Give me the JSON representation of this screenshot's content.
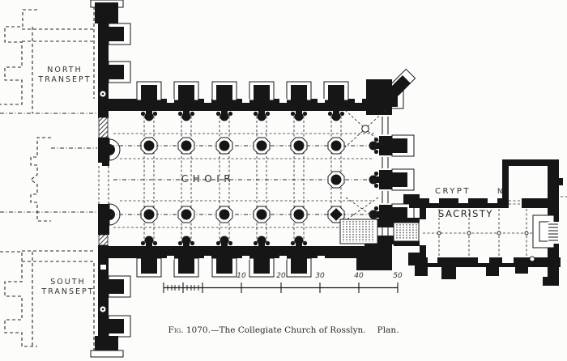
{
  "figure": {
    "caption_prefix": "Fig. 1070.",
    "caption_dash": "—",
    "caption_title": "The Collegiate Church of Rosslyn.",
    "caption_suffix": "Plan."
  },
  "labels": {
    "north_transept": [
      "NORTH",
      "TRANSEPT"
    ],
    "south_transept": [
      "SOUTH",
      "TRANSEPT"
    ],
    "choir": "CHOIR",
    "crypt": "CRYPT",
    "compass_north": "N",
    "sacristy": "SACRISTY"
  },
  "scale_bar": {
    "tick_labels": [
      "10",
      "20",
      "30",
      "40",
      "50"
    ]
  },
  "colors": {
    "ink": "#161616",
    "paper": "#fcfcfb"
  }
}
